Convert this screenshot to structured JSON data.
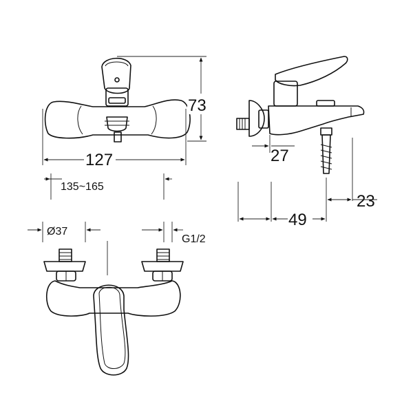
{
  "drawing": {
    "front_view": {
      "width_label": "127",
      "height_label": "73"
    },
    "side_view": {
      "inlet_depth_label": "27",
      "projection_label": "49",
      "outlet_offset_label": "23"
    },
    "bottom_view": {
      "centers_label": "135~165",
      "flange_diameter_label": "Ø37",
      "thread_label": "G1/2"
    },
    "stroke_color": "#111111",
    "background_color": "#ffffff"
  }
}
